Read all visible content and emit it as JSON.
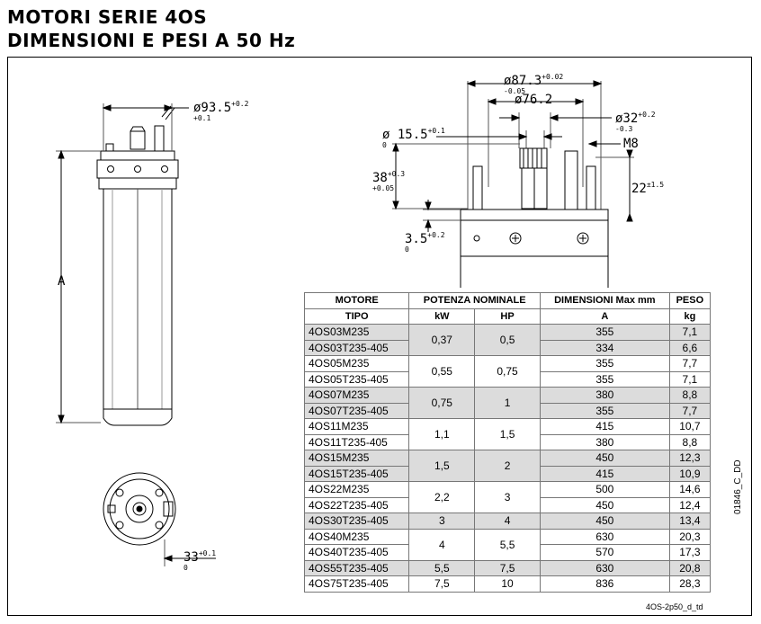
{
  "header": {
    "line1": "MOTORI SERIE 4OS",
    "line2": "DIMENSIONI E PESI A 50 Hz"
  },
  "drawing": {
    "dia_93": "ø93.5",
    "dia_93_tol_up": "+0.2",
    "dia_93_tol_dn": "+0.1",
    "label_A": "A",
    "dia_87": "ø87.3",
    "dia_87_tol_up": "+0.02",
    "dia_87_tol_dn": "-0.05",
    "dia_76": "ø76.2",
    "dia_32": "ø32",
    "dia_32_tol_up": "+0.2",
    "dia_32_tol_dn": "-0.3",
    "dia_15": "ø 15.5",
    "dia_15_tol_up": "+0.1",
    "dia_15_tol_dn": "0",
    "m8": "M8",
    "d38": "38",
    "d38_tol_up": "+0.3",
    "d38_tol_dn": "+0.05",
    "d22": "22",
    "d22_tol": "±1.5",
    "d3_5": "3.5",
    "d3_5_tol_up": "+0.2",
    "d3_5_tol_dn": "0",
    "d33": "33",
    "d33_tol_up": "+0.1",
    "d33_tol_dn": "0"
  },
  "table": {
    "headers": {
      "motore": "MOTORE",
      "potenza": "POTENZA NOMINALE",
      "dimensioni": "DIMENSIONI Max mm",
      "peso": "PESO",
      "tipo": "TIPO",
      "kw": "kW",
      "hp": "HP",
      "a": "A",
      "kg": "kg"
    },
    "rows": [
      {
        "tipo": "4OS03M235",
        "kw": "0,37",
        "hp": "0,5",
        "a": "355",
        "kg": "7,1"
      },
      {
        "tipo": "4OS03T235-405",
        "a": "334",
        "kg": "6,6"
      },
      {
        "tipo": "4OS05M235",
        "kw": "0,55",
        "hp": "0,75",
        "a": "355",
        "kg": "7,7"
      },
      {
        "tipo": "4OS05T235-405",
        "a": "355",
        "kg": "7,1"
      },
      {
        "tipo": "4OS07M235",
        "kw": "0,75",
        "hp": "1",
        "a": "380",
        "kg": "8,8"
      },
      {
        "tipo": "4OS07T235-405",
        "a": "355",
        "kg": "7,7"
      },
      {
        "tipo": "4OS11M235",
        "kw": "1,1",
        "hp": "1,5",
        "a": "415",
        "kg": "10,7"
      },
      {
        "tipo": "4OS11T235-405",
        "a": "380",
        "kg": "8,8"
      },
      {
        "tipo": "4OS15M235",
        "kw": "1,5",
        "hp": "2",
        "a": "450",
        "kg": "12,3"
      },
      {
        "tipo": "4OS15T235-405",
        "a": "415",
        "kg": "10,9"
      },
      {
        "tipo": "4OS22M235",
        "kw": "2,2",
        "hp": "3",
        "a": "500",
        "kg": "14,6"
      },
      {
        "tipo": "4OS22T235-405",
        "a": "450",
        "kg": "12,4"
      },
      {
        "tipo": "4OS30T235-405",
        "kw": "3",
        "hp": "4",
        "a": "450",
        "kg": "13,4"
      },
      {
        "tipo": "4OS40M235",
        "kw": "4",
        "hp": "5,5",
        "a": "630",
        "kg": "20,3"
      },
      {
        "tipo": "4OS40T235-405",
        "a": "570",
        "kg": "17,3"
      },
      {
        "tipo": "4OS55T235-405",
        "kw": "5,5",
        "hp": "7,5",
        "a": "630",
        "kg": "20,8"
      },
      {
        "tipo": "4OS75T235-405",
        "kw": "7,5",
        "hp": "10",
        "a": "836",
        "kg": "28,3"
      }
    ]
  },
  "footer": {
    "vertical_code": "01846_C_DD",
    "ref": "4OS-2p50_d_td"
  }
}
